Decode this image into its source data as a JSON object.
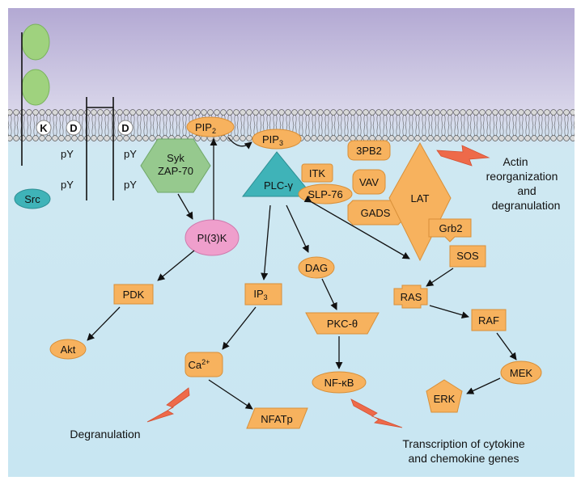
{
  "receptor": {
    "k": "K",
    "d1": "D",
    "d2": "D",
    "py": "pY"
  },
  "nodes": {
    "src": "Src",
    "syk_line1": "Syk",
    "syk_line2": "ZAP-70",
    "pip2": "PIP",
    "pip2_sub": "2",
    "pip3": "PIP",
    "pip3_sub": "3",
    "plc": "PLC-γ",
    "itk": "ITK",
    "slp76": "SLP-76",
    "b3pb2": "3PB2",
    "vav": "VAV",
    "gads": "GADS",
    "lat": "LAT",
    "grb2": "Grb2",
    "sos": "SOS",
    "pi3k": "PI(3)K",
    "pdk": "PDK",
    "akt": "Akt",
    "ip3": "IP",
    "ip3_sub": "3",
    "dag": "DAG",
    "pkc": "PKC-θ",
    "nfkb": "NF-κB",
    "ca": "Ca",
    "ca_sup": "2+",
    "nfatp": "NFATp",
    "ras": "RAS",
    "raf": "RAF",
    "mek": "MEK",
    "erk": "ERK"
  },
  "captions": {
    "actin_line1": "Actin",
    "actin_line2": "reorganization",
    "actin_line3": "and",
    "actin_line4": "degranulation",
    "degranulation": "Degranulation",
    "transcription_line1": "Transcription of cytokine",
    "transcription_line2": "and chemokine genes"
  },
  "colors": {
    "membrane_top": "#b5acd4",
    "cytoplasm": "#cde8f3",
    "orange_node": "#f7b25e",
    "green_syk": "#96c98e",
    "pink_pi3k": "#ef9fcc",
    "teal": "#3fb3b8",
    "lightning": "#ee6a4a"
  }
}
